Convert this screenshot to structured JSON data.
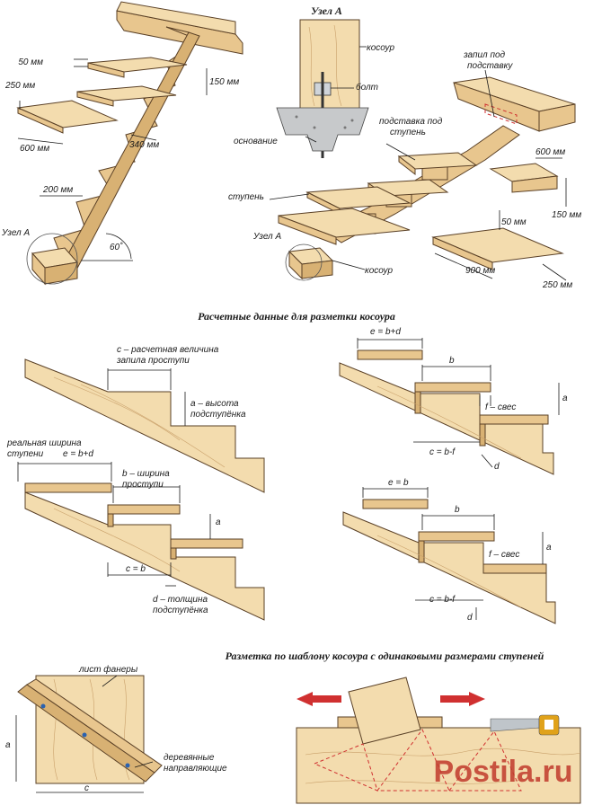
{
  "top_left": {
    "dim_50": "50 мм",
    "dim_150": "150 мм",
    "dim_250": "250 мм",
    "dim_600": "600 мм",
    "dim_340": "340 мм",
    "dim_200": "200 мм",
    "node_label": "Узел А",
    "angle": "60˚"
  },
  "top_middle": {
    "title": "Узел А",
    "kosour": "косоур",
    "bolt": "болт",
    "base": "основание"
  },
  "top_right": {
    "zapil": "запил под подставку",
    "podstavka": "подставка под ступень",
    "dim_600": "600 мм",
    "dim_150": "150 мм",
    "stupen": "ступень",
    "dim_50": "50 мм",
    "node_label": "Узел А",
    "kosour": "косоур",
    "dim_900": "900 мм",
    "dim_250": "250 мм"
  },
  "section2": {
    "title": "Расчетные данные для разметки косоура",
    "c_label": "с – расчетная величина запила проступи",
    "a_label": "а – высота подступёнка",
    "real_width": "реальная ширина ступени",
    "e_eq_bd": "е = b+d",
    "b_label": "b – ширина проступи",
    "a": "а",
    "c_eq_b": "с = b",
    "d_label": "d – толщина подступёнка",
    "tr_e": "е = b+d",
    "tr_b": "b",
    "tr_f": "f – свес",
    "tr_a": "а",
    "tr_c": "с = b-f",
    "tr_d": "d",
    "br_e": "е = b",
    "br_b": "b",
    "br_f": "f – свес",
    "br_a": "а",
    "br_c": "с = b-f",
    "br_d": "d"
  },
  "section3": {
    "title": "Разметка по шаблону косоура с одинаковыми размерами ступеней",
    "plywood": "лист фанеры",
    "a": "а",
    "guides": "деревянные направляющие",
    "c": "с"
  },
  "watermark": "Postila.ru"
}
